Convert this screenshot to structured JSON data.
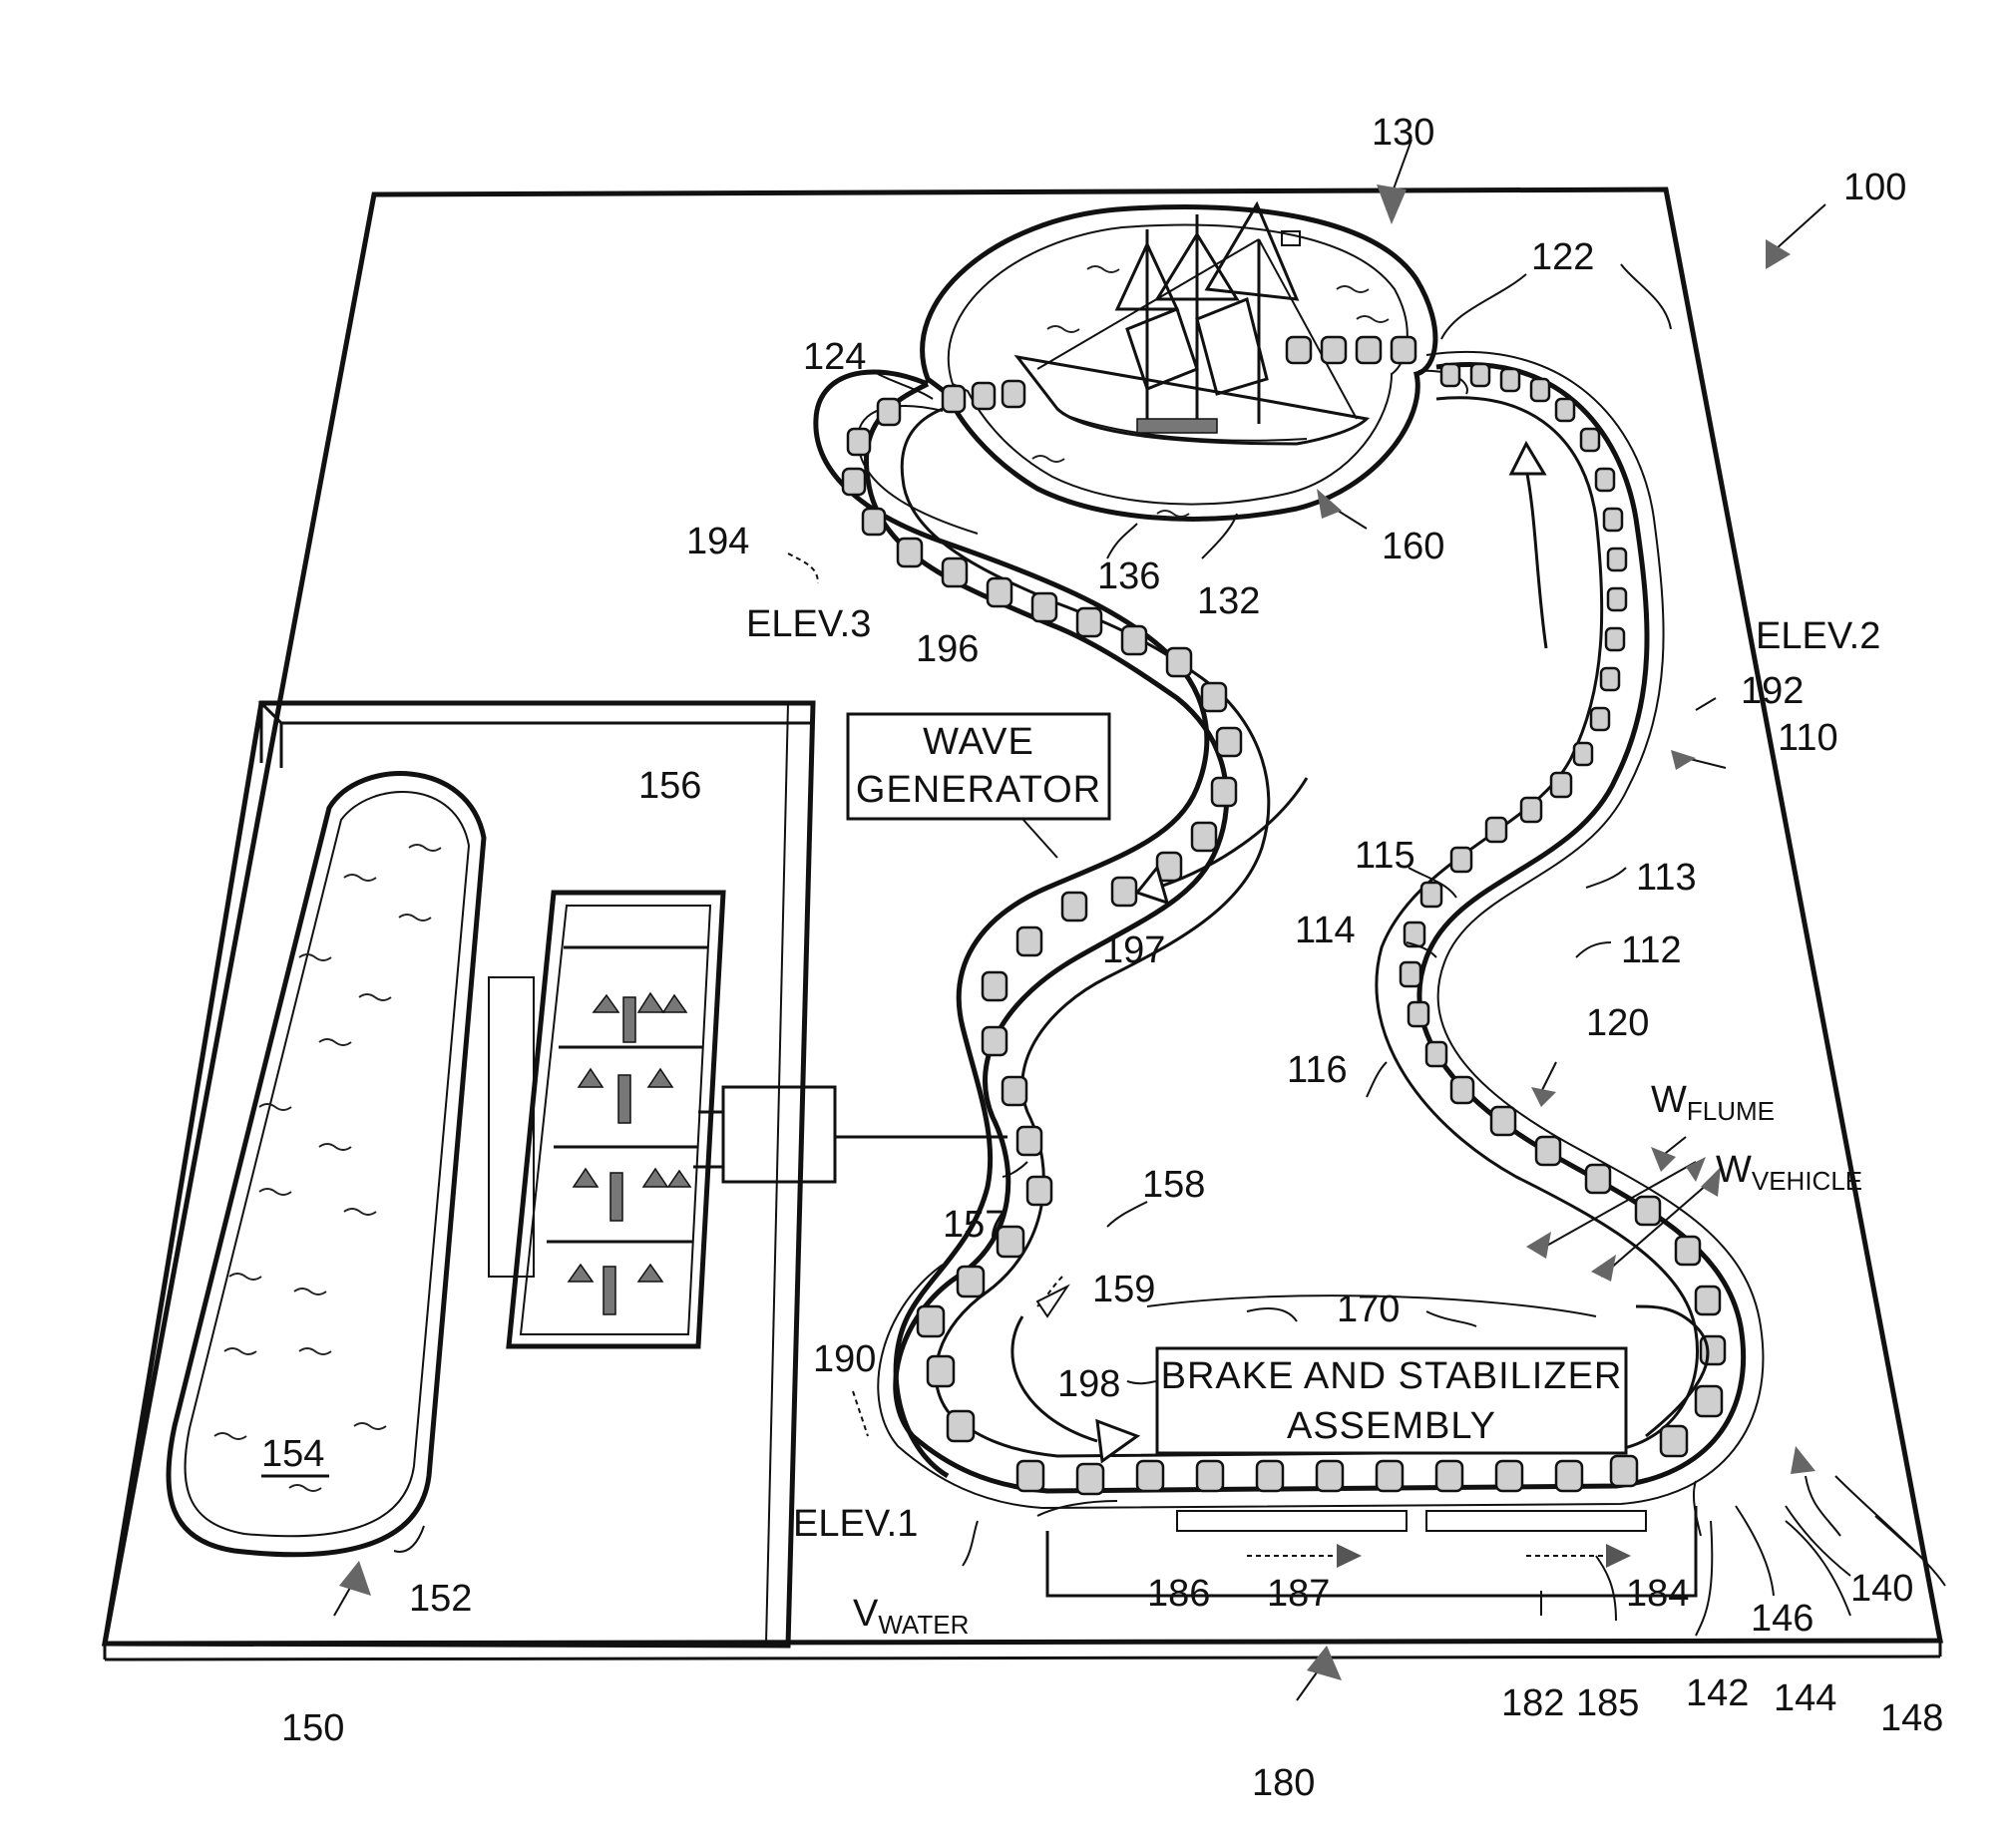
{
  "figure": {
    "labels": {
      "l100": "100",
      "l130": "130",
      "l122": "122",
      "l124": "124",
      "l194": "194",
      "elev3": "ELEV.3",
      "l136": "136",
      "l132": "132",
      "l160": "160",
      "l196": "196",
      "elev2": "ELEV.2",
      "l192": "192",
      "l110": "110",
      "l156": "156",
      "l115": "115",
      "l113": "113",
      "l114": "114",
      "l112": "112",
      "l197": "197",
      "l116": "116",
      "l120": "120",
      "w_flume": "W",
      "w_flume_sub": "FLUME",
      "w_vehicle": "W",
      "w_vehicle_sub": "VEHICLE",
      "l158": "158",
      "l157": "157",
      "l159": "159",
      "l170": "170",
      "l190": "190",
      "l198": "198",
      "l154": "154",
      "elev1": "ELEV.1",
      "l152": "152",
      "v_water": "V",
      "v_water_sub": "WATER",
      "l186": "186",
      "l187": "187",
      "l184": "184",
      "l140": "140",
      "l146": "146",
      "l150": "150",
      "l182": "182",
      "l185": "185",
      "l142": "142",
      "l144": "144",
      "l148": "148",
      "l180": "180"
    },
    "boxes": {
      "wave_generator_line1": "WAVE",
      "wave_generator_line2": "GENERATOR",
      "brake_line1": "BRAKE AND STABILIZER",
      "brake_line2": "ASSEMBLY"
    }
  }
}
